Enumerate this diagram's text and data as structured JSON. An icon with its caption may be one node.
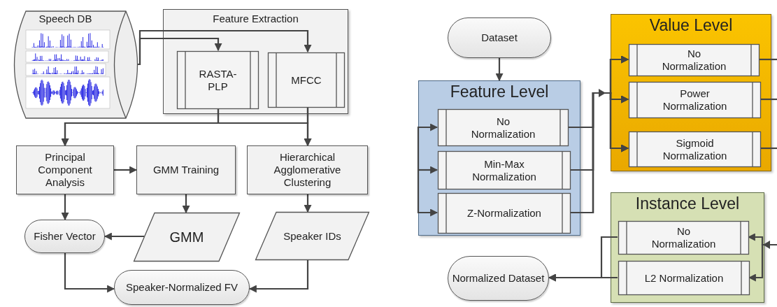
{
  "diagram": {
    "nodes": [
      {
        "text": [
          "Speech DB"
        ]
      },
      {
        "text": [
          "Feature Extraction"
        ]
      },
      {
        "text": [
          "RASTA-PLP"
        ],
        "in": 1
      },
      {
        "text": [
          "MFCC"
        ],
        "in": 1
      },
      {
        "text": [
          "Principal Component Analysis"
        ]
      },
      {
        "text": [
          "GMM Training"
        ]
      },
      {
        "text": [
          "Hierarchical Agglomerative Clustering"
        ]
      },
      {
        "text": [
          "Fisher Vector"
        ]
      },
      {
        "text": [
          "GMM"
        ]
      },
      {
        "text": [
          "Speaker IDs"
        ]
      },
      {
        "text": [
          "Speaker-Normalized FV"
        ]
      },
      {
        "text": [
          "Dataset"
        ]
      },
      {
        "text": [
          "Feature Level"
        ]
      },
      {
        "text": [
          "No Normalization"
        ],
        "in": 12
      },
      {
        "text": [
          "Min-Max Normalization"
        ],
        "in": 12
      },
      {
        "text": [
          "Z-Normalization"
        ],
        "in": 12
      },
      {
        "text": [
          "Value Level"
        ]
      },
      {
        "text": [
          "No Normalization"
        ],
        "in": 16
      },
      {
        "text": [
          "Power Normalization"
        ],
        "in": 16
      },
      {
        "text": [
          "Sigmoid Normalization"
        ],
        "in": 16
      },
      {
        "text": [
          "Instance Level"
        ]
      },
      {
        "text": [
          "No Normalization"
        ],
        "in": 20
      },
      {
        "text": [
          "L2 Normalization"
        ],
        "in": 20
      },
      {
        "text": [
          "Normalized Dataset"
        ]
      }
    ],
    "edges": [
      {
        "from": 0,
        "to": 2,
        "arrow": "to"
      },
      {
        "from": 0,
        "to": 3,
        "arrow": "to"
      },
      {
        "from": 2,
        "to": 4,
        "arrow": "to"
      },
      {
        "from": 2,
        "to": 6,
        "arrow": "to"
      },
      {
        "from": 3,
        "to": 4,
        "arrow": "to"
      },
      {
        "from": 3,
        "to": 6,
        "arrow": "to"
      },
      {
        "from": 4,
        "to": 5,
        "arrow": "to"
      },
      {
        "from": 4,
        "to": 7,
        "arrow": "to"
      },
      {
        "from": 5,
        "to": 8,
        "arrow": "to"
      },
      {
        "from": 6,
        "to": 9,
        "arrow": "to"
      },
      {
        "from": 8,
        "to": 7,
        "arrow": "to"
      },
      {
        "from": 7,
        "to": 10,
        "arrow": "to"
      },
      {
        "from": 9,
        "to": 10,
        "arrow": "to"
      },
      {
        "from": 11,
        "to": 12,
        "arrow": "to"
      },
      {
        "from": null,
        "to": 13,
        "arrow": "to"
      },
      {
        "from": null,
        "to": 14,
        "arrow": "to"
      },
      {
        "from": null,
        "to": 15,
        "arrow": "to"
      },
      {
        "from": 13,
        "to": 17,
        "arrow": "to"
      },
      {
        "from": 13,
        "to": 18,
        "arrow": "to"
      },
      {
        "from": 13,
        "to": 19,
        "arrow": "to"
      },
      {
        "from": 14,
        "to": 17,
        "arrow": "to"
      },
      {
        "from": 14,
        "to": 18,
        "arrow": "to"
      },
      {
        "from": 14,
        "to": 19,
        "arrow": "to"
      },
      {
        "from": 15,
        "to": 17,
        "arrow": "to"
      },
      {
        "from": 15,
        "to": 18,
        "arrow": "to"
      },
      {
        "from": 15,
        "to": 19,
        "arrow": "to"
      },
      {
        "from": 17,
        "to": null,
        "arrow": "none"
      },
      {
        "from": 18,
        "to": null,
        "arrow": "none"
      },
      {
        "from": 19,
        "to": null,
        "arrow": "none"
      },
      {
        "from": null,
        "to": 21,
        "arrow": "to"
      },
      {
        "from": null,
        "to": 22,
        "arrow": "to"
      },
      {
        "from": 21,
        "to": 23,
        "arrow": "to"
      },
      {
        "from": 22,
        "to": 23,
        "arrow": "to"
      }
    ]
  }
}
